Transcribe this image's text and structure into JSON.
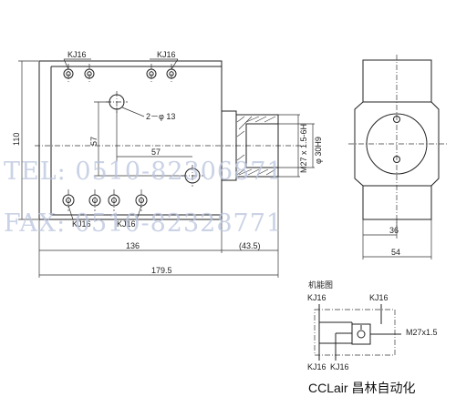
{
  "labels": {
    "kj16_top_left": "KJ16",
    "kj16_top_right": "KJ16",
    "kj16_bottom_left": "KJ16",
    "kj16_bottom_right": "KJ16",
    "hole_callout": "2－φ 13",
    "dim_57_vertical": "57",
    "dim_57_horizontal": "57",
    "dim_110": "110",
    "dim_136": "136",
    "dim_43_5": "(43.5)",
    "dim_179_5": "179.5",
    "dim_36": "36",
    "dim_54": "54",
    "thread_spec": "M27 x 1.5-6H",
    "bore_spec": "φ 30H9"
  },
  "watermark": {
    "tel": "TEL: 0510-82306871",
    "fax": "FAX: 0510-82328771"
  },
  "symbol": {
    "title": "机能图",
    "kj16_a": "KJ16",
    "kj16_b": "KJ16",
    "kj16_c": "KJ16",
    "kj16_d": "KJ16",
    "thread": "M27x1.5"
  },
  "brand": "CCLair 昌林自动化",
  "colors": {
    "line": "#222222",
    "watermark": "#b9c3dd"
  }
}
